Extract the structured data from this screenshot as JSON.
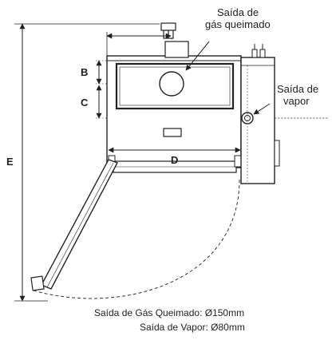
{
  "diagram": {
    "callouts": {
      "flue_gas_outlet": {
        "line1": "Saída de",
        "line2": "gás queimado"
      },
      "steam_outlet": {
        "line1": "Saída de",
        "line2": "vapor"
      }
    },
    "dimensions": {
      "b": "B",
      "c": "C",
      "d": "D",
      "e": "E"
    },
    "notes": {
      "flue_gas_outlet_size": "Saída de Gás Queimado: Ø150mm",
      "steam_outlet_size": "Saída de Vapor: Ø80mm"
    }
  }
}
